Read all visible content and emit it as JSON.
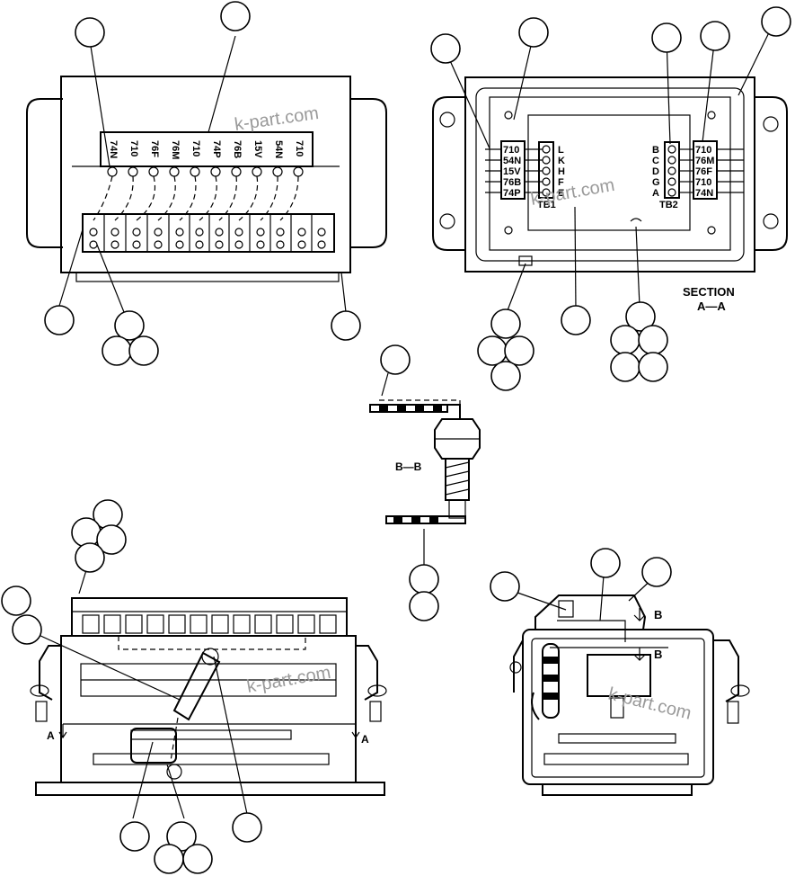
{
  "view_top_left": {
    "strip_labels": [
      "74N",
      "710",
      "76F",
      "76M",
      "710",
      "74P",
      "76B",
      "15V",
      "54N",
      "710"
    ]
  },
  "section_a": {
    "title_line1": "SECTION",
    "title_line2": "A—A",
    "tb1_label": "TB1",
    "tb2_label": "TB2",
    "tb1_wires": [
      "710",
      "54N",
      "15V",
      "76B",
      "74P"
    ],
    "tb1_letters": [
      "L",
      "K",
      "H",
      "F",
      "E"
    ],
    "tb2_letters": [
      "B",
      "C",
      "D",
      "G",
      "A"
    ],
    "tb2_wires": [
      "710",
      "76M",
      "76F",
      "710",
      "74N"
    ]
  },
  "section_b": {
    "label": "B—B"
  },
  "view_bottom_left": {
    "arrow_label_left": "A",
    "arrow_label_right": "A"
  },
  "view_bottom_right": {
    "arrow_label_top": "B",
    "arrow_label_bottom": "B"
  },
  "watermark": {
    "text": "k-part.com"
  }
}
